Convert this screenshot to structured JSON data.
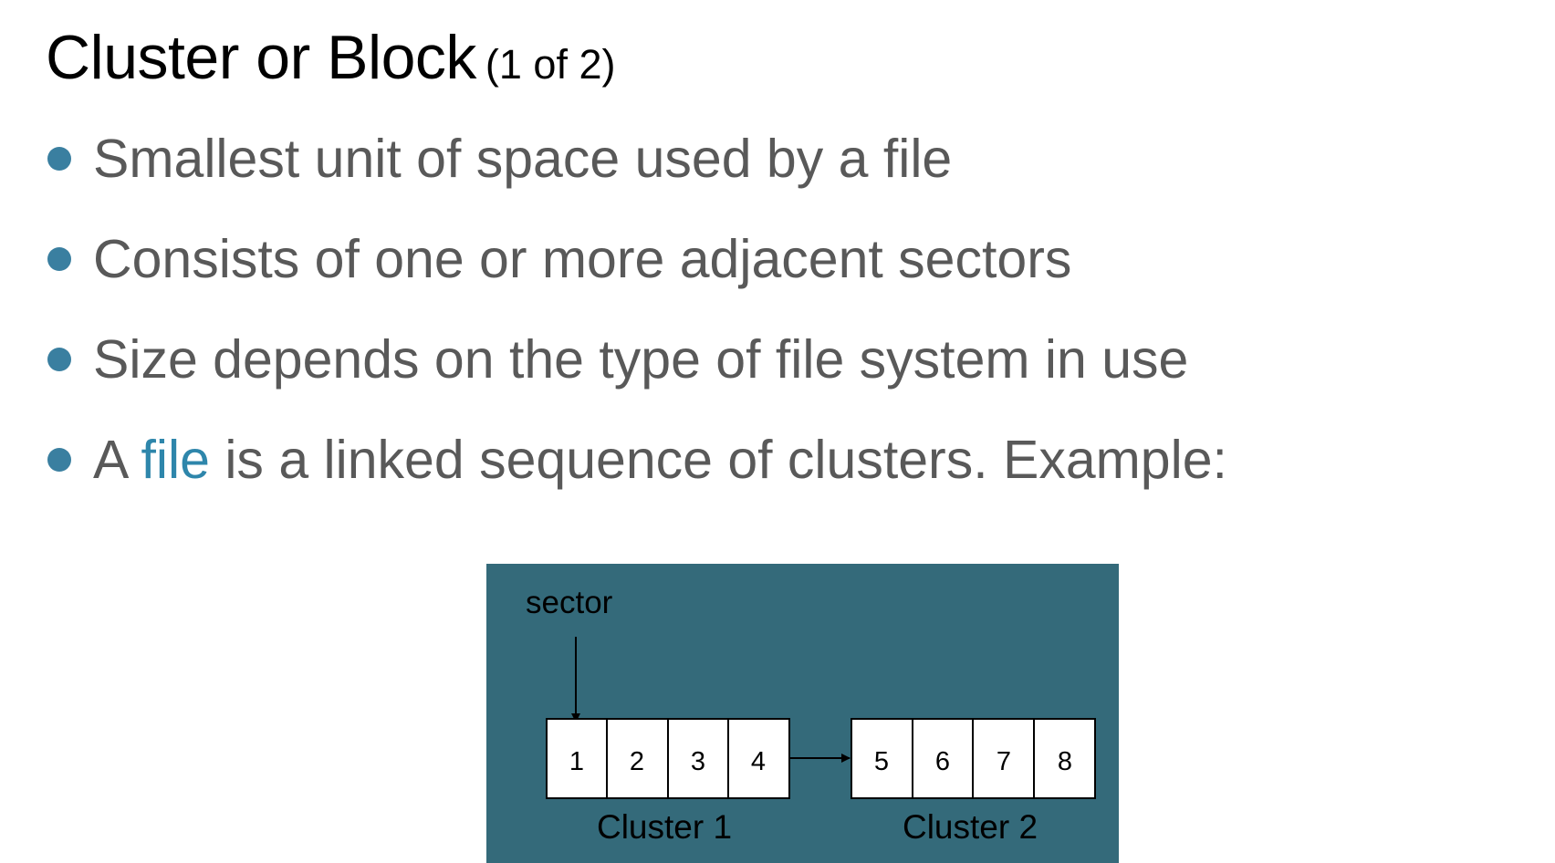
{
  "slide": {
    "title": "Cluster or Block",
    "title_suffix": "(1 of 2)",
    "bullets": [
      {
        "text": "Smallest unit of space used by a file"
      },
      {
        "text": "Consists of one or more adjacent sectors"
      },
      {
        "text": "Size depends on the type of file system in use"
      },
      {
        "prefix": "A ",
        "link_text": "file",
        "suffix": " is a linked sequence of clusters. Example:"
      }
    ],
    "colors": {
      "bullet": "#3a7fa0",
      "link": "#2e86ab",
      "body_text": "#595959",
      "diagram_background": "#346a7a"
    }
  },
  "diagram": {
    "pointer_label": "sector",
    "clusters": [
      {
        "label": "Cluster 1",
        "sectors": [
          "1",
          "2",
          "3",
          "4"
        ]
      },
      {
        "label": "Cluster 2",
        "sectors": [
          "5",
          "6",
          "7",
          "8"
        ]
      }
    ]
  }
}
